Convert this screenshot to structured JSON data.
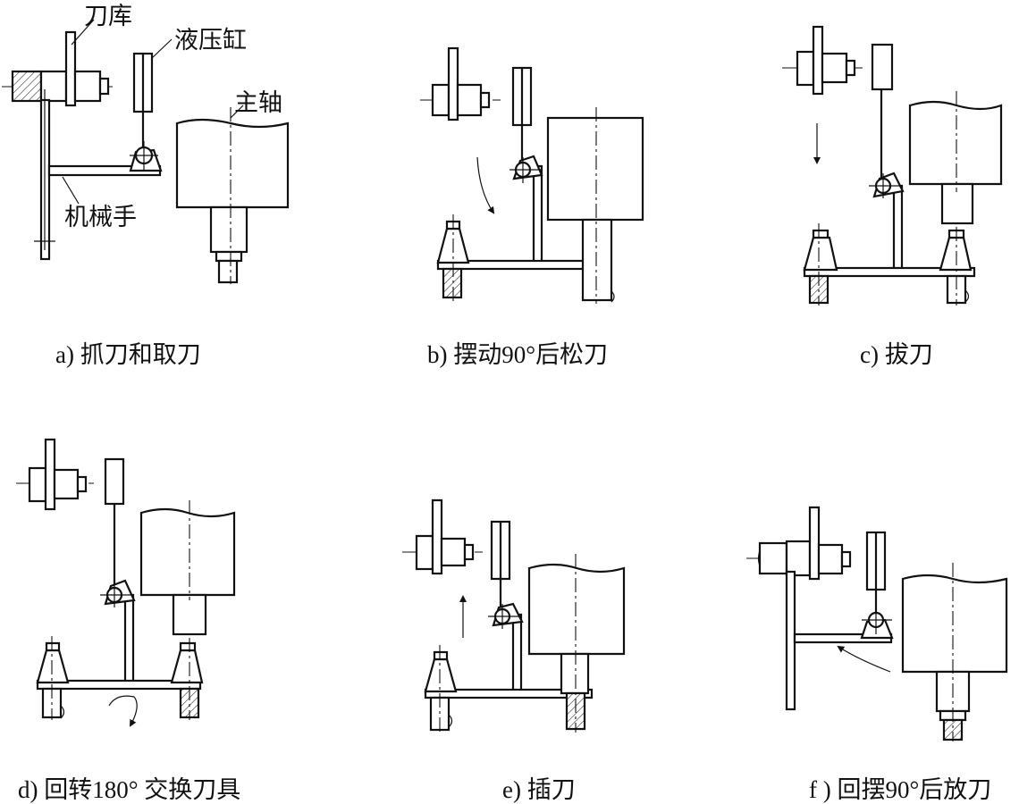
{
  "labels": {
    "tool_magazine": "刀库",
    "hydraulic_cylinder": "液压缸",
    "spindle": "主轴",
    "manipulator": "机械手"
  },
  "captions": {
    "a": "a) 抓刀和取刀",
    "b": "b) 摆动90°后松刀",
    "c": "c) 拔刀",
    "d": "d) 回转180° 交换刀具",
    "e": "e) 插刀",
    "f": "f ) 回摆90°后放刀"
  },
  "icons": {
    "arrow_swing": "curved-arrow",
    "arrow_down": "down-arrow",
    "arrow_up": "up-arrow",
    "arrow_rotate": "rotate-arrow"
  }
}
